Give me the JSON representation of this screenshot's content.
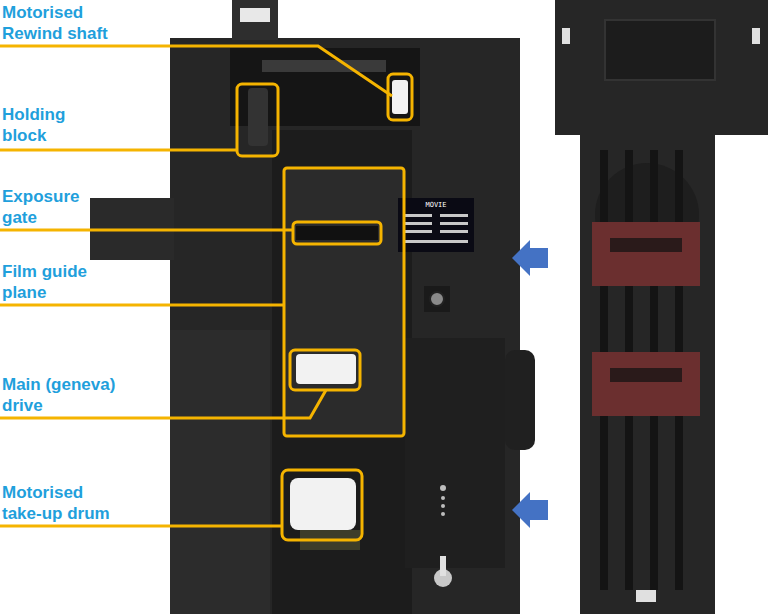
{
  "diagram": {
    "labels": [
      "Motorised Rewind shaft",
      "Holding block",
      "Exposure gate",
      "Film guide plane",
      "Main (geneva) drive",
      "Motorised take-up drum",
      "MOVIE"
    ]
  }
}
